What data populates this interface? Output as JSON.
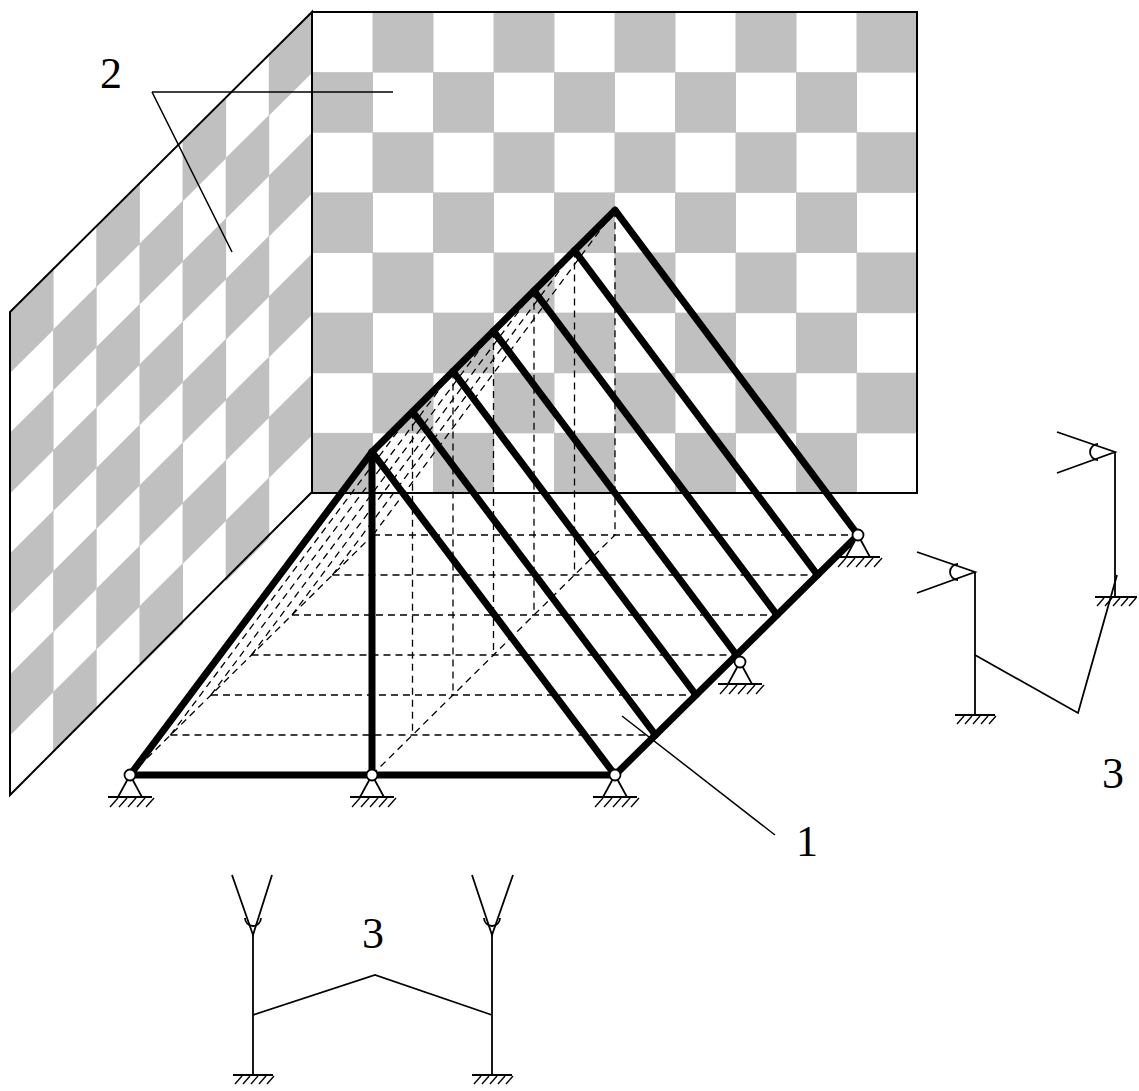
{
  "diagram": {
    "labels": [
      "2",
      "1",
      "3",
      "3"
    ]
  }
}
